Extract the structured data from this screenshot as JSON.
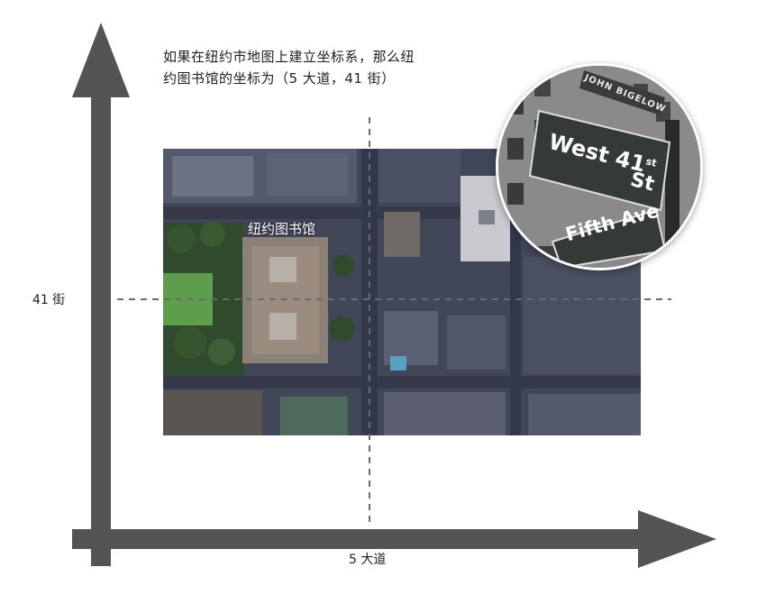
{
  "caption": {
    "line1": "如果在纽约市地图上建立坐标系，那么纽",
    "line2": "约图书馆的坐标为（5 大道，41 街）"
  },
  "axes": {
    "y_label": "41 街",
    "x_label": "5 大道"
  },
  "map": {
    "library_label": "纽约图书馆"
  },
  "street_sign": {
    "west_word": "West 41",
    "west_sup": "st",
    "west_suffix": "St",
    "fifth": "Fifth Ave",
    "john": "JOHN BIGELOW"
  },
  "colors": {
    "axis": "#555353",
    "dash": "#6b6b6b",
    "sign_green": "#2f4a3a"
  }
}
